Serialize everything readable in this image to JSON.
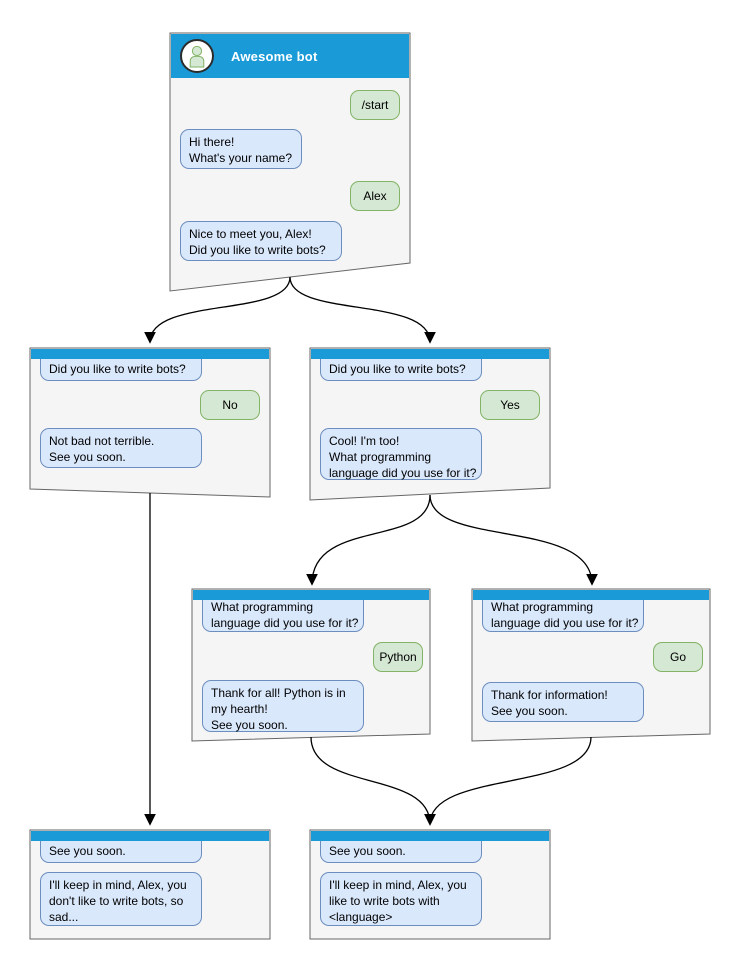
{
  "palette": {
    "titlebar_blue": "#1A9BD7",
    "window_fill": "#F5F5F5",
    "window_stroke": "#666666",
    "bot_bubble_fill": "#DAE8FC",
    "bot_bubble_stroke": "#6C8EBF",
    "user_bubble_fill": "#D5E8D4",
    "user_bubble_stroke": "#82B366",
    "connector_color": "#000000"
  },
  "windows": {
    "bot": {
      "title": "Awesome bot",
      "avatar_icon": "person-icon",
      "messages": {
        "start_command": "/start",
        "greeting": "Hi there!\nWhat's your name?",
        "user_name": "Alex",
        "ask_bots": "Nice to meet you, Alex!\nDid you like to write bots?"
      }
    },
    "no_branch": {
      "question": "Did you like to write bots?",
      "answer": "No",
      "reply": "Not bad not terrible.\nSee you soon."
    },
    "yes_branch": {
      "question": "Did you like to write bots?",
      "answer": "Yes",
      "reply": "Cool! I'm too!\nWhat programming\nlanguage did you use for it?"
    },
    "python_branch": {
      "question": "What programming\nlanguage did you use for it?",
      "answer": "Python",
      "reply": "Thank for all! Python is in\nmy hearth!\nSee you soon."
    },
    "go_branch": {
      "question": "What programming\nlanguage did you use for it?",
      "answer": "Go",
      "reply": "Thank for information!\nSee you soon."
    },
    "bye_sad": {
      "question": "See you soon.",
      "reply": "I'll keep in mind, Alex, you\ndon't like to write bots, so\nsad..."
    },
    "bye_lang": {
      "question": "See you soon.",
      "reply": "I'll keep in mind, Alex, you\nlike to write bots with\n<language>"
    }
  }
}
